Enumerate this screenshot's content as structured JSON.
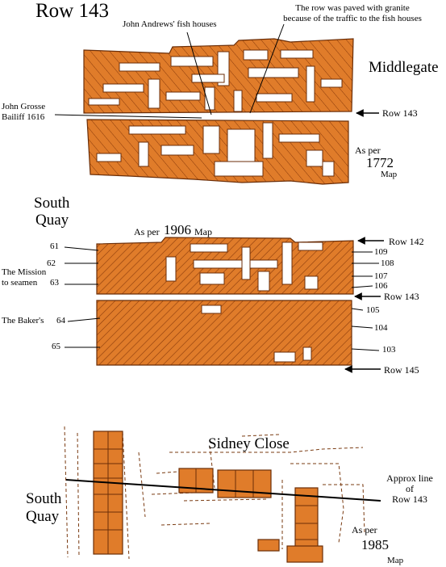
{
  "colors": {
    "fill": "#e07c2a",
    "hatch": "#8a3a0a",
    "ink": "#000000",
    "street": "#7a3b12"
  },
  "labels": {
    "title": "Row 143",
    "fish_houses": "John Andrews' fish houses",
    "granite_line1": "The row was paved with granite",
    "granite_line2": "because of the traffic to the fish houses",
    "middlegate": "Middlegate",
    "grosse_line1": "John Grosse",
    "grosse_line2": "Bailiff 1616",
    "row143_a": "Row 143",
    "as_per_1772": "As per",
    "year_1772": "1772",
    "map_1772": "Map",
    "south_quay_1": "South",
    "south_quay_2": "Quay",
    "as_per_1906": "As per",
    "year_1906": "1906",
    "map_1906": "Map",
    "row142": "Row 142",
    "n61": "61",
    "n62": "62",
    "n63": "63",
    "n64": "64",
    "n65": "65",
    "mission_1": "The Mission",
    "mission_2": "to seamen",
    "bakers": "The Baker's",
    "n109": "109",
    "n108": "108",
    "n107": "107",
    "n106": "106",
    "n105": "105",
    "n104": "104",
    "n103": "103",
    "row143_b": "Row 143",
    "row145": "Row 145",
    "sidney_close": "Sidney Close",
    "south_quay_b1": "South",
    "south_quay_b2": "Quay",
    "approx_1": "Approx line",
    "approx_2": "of",
    "approx_3": "Row 143",
    "as_per_1985": "As per",
    "year_1985": "1985",
    "map_1985": "Map"
  }
}
